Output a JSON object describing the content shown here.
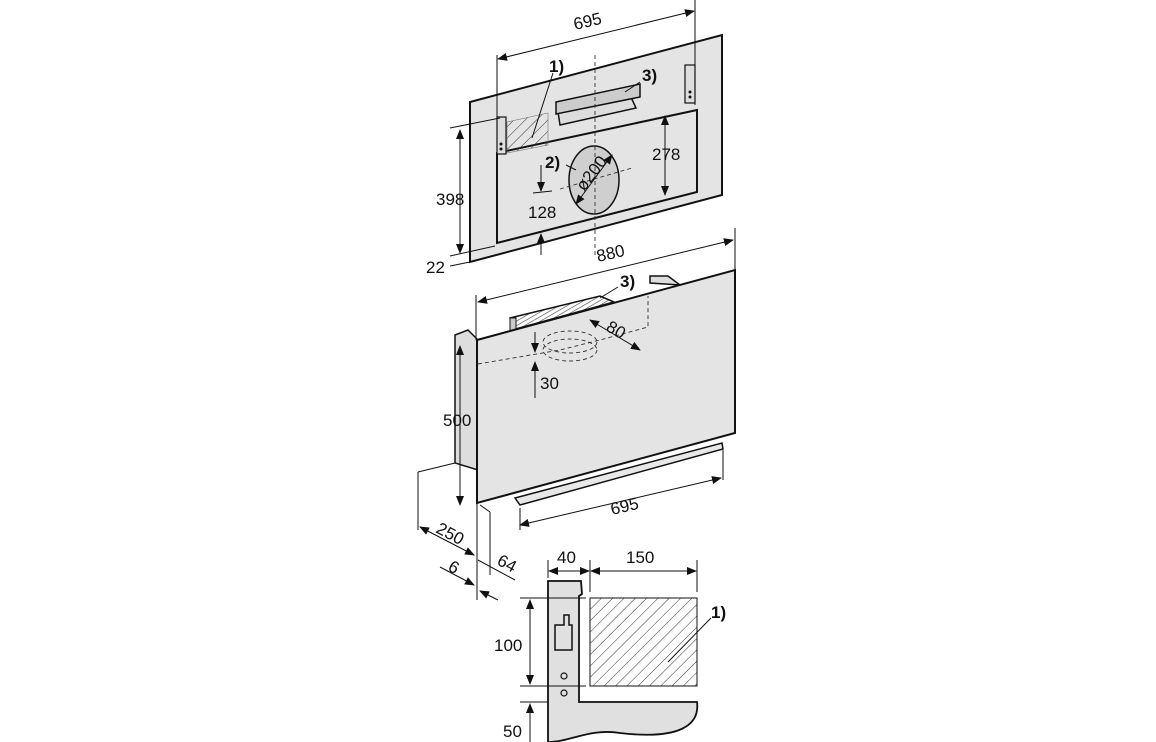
{
  "wall_view": {
    "width_695": "695",
    "height_398": "398",
    "offset_22": "22",
    "height_278": "278",
    "height_128": "128",
    "diameter": "ø200",
    "callout_1": "1)",
    "callout_2": "2)",
    "callout_3": "3)"
  },
  "hood_view": {
    "width_880": "880",
    "callout_3": "3)",
    "dim_80": "80",
    "dim_30": "30",
    "height_500": "500",
    "width_695": "695",
    "depth_250": "250",
    "dim_6": "6",
    "dim_64": "64"
  },
  "bracket_detail": {
    "dim_40": "40",
    "dim_150": "150",
    "dim_100": "100",
    "dim_50": "50",
    "callout_1": "1)"
  },
  "colors": {
    "panel": "#e4e4e4",
    "line": "#111111"
  }
}
